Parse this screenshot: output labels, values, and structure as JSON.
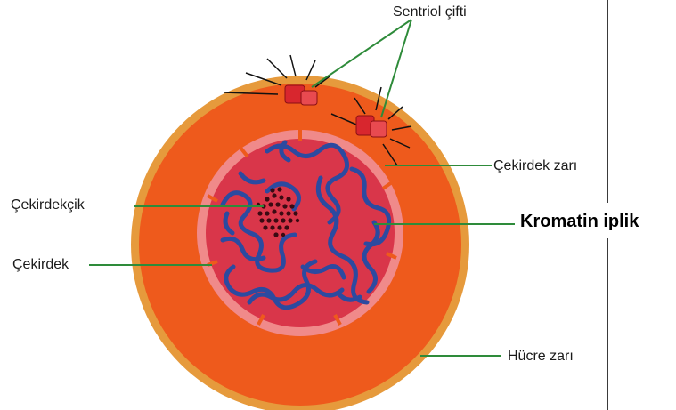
{
  "labels": {
    "centriole_pair": "Sentriol çifti",
    "nuclear_membrane": "Çekirdek zarı",
    "nucleolus": "Çekirdekçik",
    "chromatin": "Kromatin iplik",
    "nucleus": "Çekirdek",
    "cell_membrane": "Hücre zarı"
  },
  "colors": {
    "cell_membrane": "#e69a3c",
    "cytoplasm": "#ee5a1c",
    "nucleus_fill": "#d9364a",
    "nuclear_envelope": "#f08a8a",
    "chromatin": "#2c4aa0",
    "nucleolus_dots": "#3a0a12",
    "leader_line": "#2e8b3a",
    "centriole": "#d8262e"
  }
}
